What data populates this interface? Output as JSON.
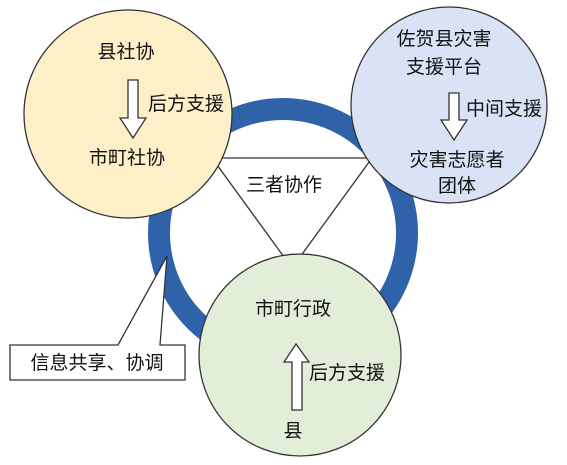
{
  "diagram": {
    "center_label": "三者协作",
    "callout_label": "信息共享、协调",
    "nodes": {
      "left": {
        "top_label": "县社协",
        "arrow_label": "后方支援",
        "bottom_label": "市町社协",
        "color": "#fdf0c8"
      },
      "right": {
        "top_line1": "佐贺县灾害",
        "top_line2": "支援平台",
        "arrow_label": "中间支援",
        "bottom_line1": "灾害志愿者",
        "bottom_line2": "团体",
        "color": "#d9e3f5"
      },
      "bottom": {
        "top_label": "市町行政",
        "arrow_label": "后方支援",
        "bottom_label": "县",
        "color": "#e3eed8"
      }
    },
    "colors": {
      "ring": "#2f62a8",
      "outline": "#333333"
    }
  }
}
